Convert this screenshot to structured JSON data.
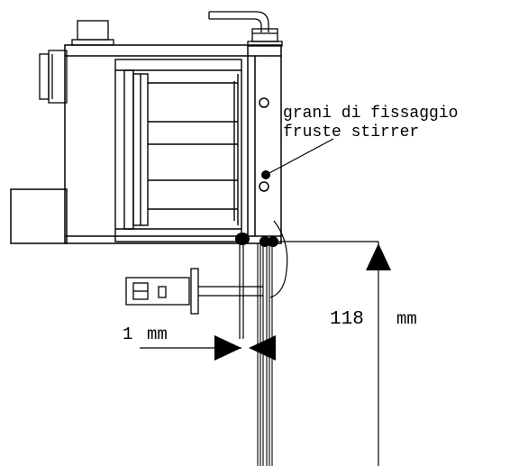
{
  "annotations": {
    "grani_line1": "grani di fissaggio",
    "grani_line2": "fruste stirrer",
    "gap_value": "1",
    "gap_unit": "mm",
    "height_value": "118",
    "height_unit": "mm"
  },
  "colors": {
    "line": "#000000",
    "background": "#ffffff"
  }
}
